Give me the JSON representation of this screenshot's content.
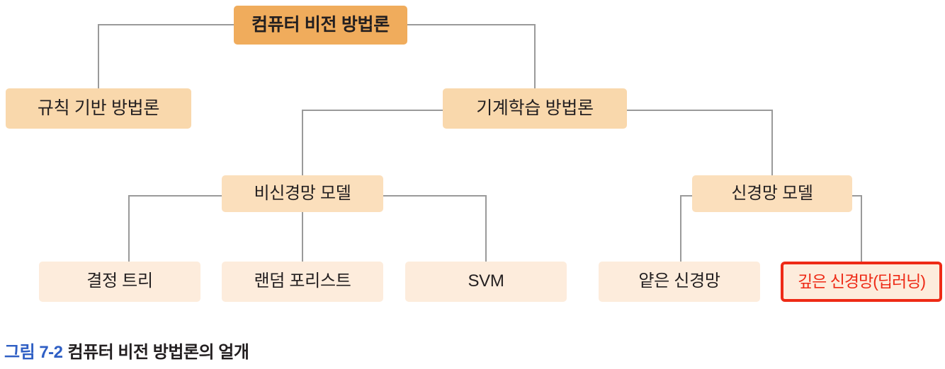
{
  "figure": {
    "caption_number": "그림 7-2",
    "caption_text": "컴퓨터 비전 방법론의 얼개",
    "caption_number_color": "#2f5fc4",
    "background_color": "#ffffff",
    "connector_color": "#9a9a9a"
  },
  "palette": {
    "root_fill": "#f0ac5c",
    "mid_fill": "#f9d8ac",
    "family_fill": "#fbdfbc",
    "leaf_fill": "#fdecdc",
    "highlight_border": "#ee2a16",
    "highlight_text": "#ee2a16",
    "text": "#231f20"
  },
  "tree": {
    "root": {
      "label": "컴퓨터 비전 방법론"
    },
    "level2": [
      {
        "label": "규칙 기반 방법론"
      },
      {
        "label": "기계학습 방법론"
      }
    ],
    "level3": [
      {
        "label": "비신경망 모델"
      },
      {
        "label": "신경망 모델"
      }
    ],
    "leaves": [
      {
        "label": "결정 트리",
        "highlighted": false
      },
      {
        "label": "랜덤 포리스트",
        "highlighted": false
      },
      {
        "label": "SVM",
        "highlighted": false
      },
      {
        "label": "얕은 신경망",
        "highlighted": false
      },
      {
        "label": "깊은 신경망(딥러닝)",
        "highlighted": true
      }
    ]
  },
  "edges": [
    {
      "from": "컴퓨터 비전 방법론",
      "to": "규칙 기반 방법론"
    },
    {
      "from": "컴퓨터 비전 방법론",
      "to": "기계학습 방법론"
    },
    {
      "from": "기계학습 방법론",
      "to": "비신경망 모델"
    },
    {
      "from": "기계학습 방법론",
      "to": "신경망 모델"
    },
    {
      "from": "비신경망 모델",
      "to": "결정 트리"
    },
    {
      "from": "비신경망 모델",
      "to": "랜덤 포리스트"
    },
    {
      "from": "비신경망 모델",
      "to": "SVM"
    },
    {
      "from": "신경망 모델",
      "to": "얕은 신경망"
    },
    {
      "from": "신경망 모델",
      "to": "깊은 신경망(딥러닝)"
    }
  ]
}
